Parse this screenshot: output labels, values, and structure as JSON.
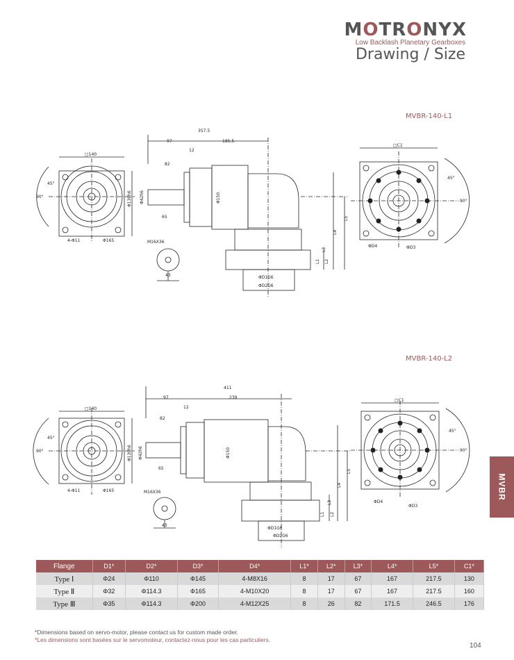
{
  "brand": {
    "name_prefix": "M",
    "name_mark": "O",
    "name_middle": "TR",
    "name_mark2": "O",
    "name_suffix": "NYX",
    "subtitle": "Low Backlash Planetary Gearboxes",
    "page_title": "Drawing / Size",
    "accent_color": "#9d5859"
  },
  "side_tab": {
    "label": "MVBR"
  },
  "drawings": [
    {
      "model": "MVBR-140-L1",
      "dims": {
        "total_length": "357.5",
        "d97": "97",
        "d185": "185.5",
        "d12": "12",
        "d82": "82",
        "d65": "65",
        "d43": "43",
        "sq140": "□140",
        "sqC1": "□C1",
        "d130": "Φ130h6",
        "d42": "Φ42h6",
        "d150": "Φ150",
        "d165": "Φ165",
        "holes": "4-Φ11",
        "key": "M16X36",
        "d1": "ΦD1G6",
        "d2": "ΦD2G6",
        "d3": "ΦD3",
        "d4": "ΦD4",
        "l1": "L1",
        "l2": "L2",
        "l3": "L3",
        "l4": "L4",
        "l5": "L5",
        "angle45": "45°",
        "angle90": "90°"
      }
    },
    {
      "model": "MVBR-140-L2",
      "dims": {
        "total_length": "411",
        "d97": "97",
        "d185": "239",
        "d12": "12",
        "d82": "82",
        "d65": "65",
        "d43": "43",
        "sq140": "□140",
        "sqC1": "□C1",
        "d130": "Φ130h6",
        "d42": "Φ42h6",
        "d150": "Φ150",
        "d165": "Φ165",
        "holes": "4-Φ11",
        "key": "M16X36",
        "d1": "ΦD1G6",
        "d2": "ΦD2G6",
        "d3": "ΦD3",
        "d4": "ΦD4",
        "l1": "L1",
        "l2": "L2",
        "l3": "L3",
        "l4": "L4",
        "l5": "L5",
        "angle45": "45°",
        "angle90": "90°"
      }
    }
  ],
  "table": {
    "headers": [
      "Flange",
      "D1*",
      "D2*",
      "D3*",
      "D4*",
      "L1*",
      "L2*",
      "L3*",
      "L4*",
      "L5*",
      "C1*"
    ],
    "rows": [
      [
        "Type Ⅰ",
        "Φ24",
        "Φ110",
        "Φ145",
        "4-M8X16",
        "8",
        "17",
        "67",
        "167",
        "217.5",
        "130"
      ],
      [
        "Type Ⅱ",
        "Φ32",
        "Φ114.3",
        "Φ165",
        "4-M10X20",
        "8",
        "17",
        "67",
        "167",
        "217.5",
        "160"
      ],
      [
        "Type Ⅲ",
        "Φ35",
        "Φ114.3",
        "Φ200",
        "4-M12X25",
        "8",
        "26",
        "82",
        "171.5",
        "246.5",
        "176"
      ]
    ]
  },
  "footnotes": {
    "en": "*Dimensions based on servo-motor, please contact us for custom made order.",
    "fr": "*Les dimensions sont basées sur le servomoteur, contactez-nous pour les cas particuliers."
  },
  "page_number": "104"
}
